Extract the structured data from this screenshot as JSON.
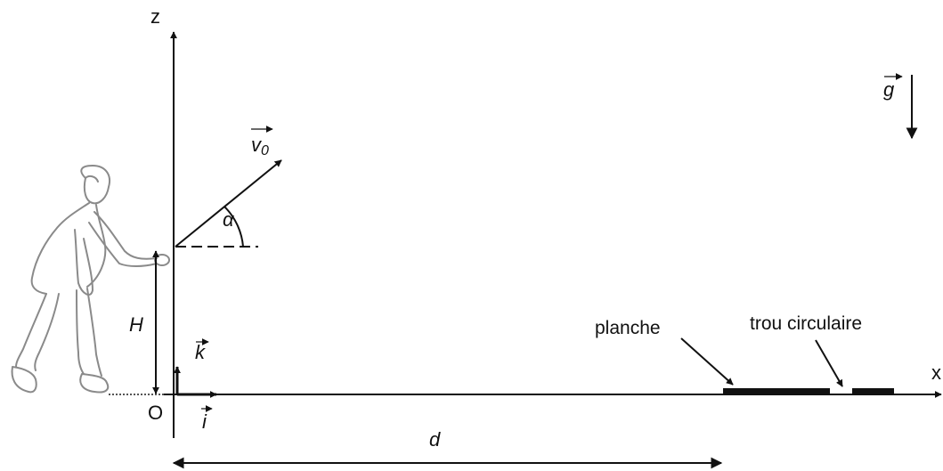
{
  "labels": {
    "z_axis": "z",
    "x_axis": "x",
    "origin": "O",
    "gravity": "g",
    "v0": "v",
    "v0_sub": "0",
    "alpha": "α",
    "height": "H",
    "k_vec": "k",
    "i_vec": "i",
    "distance": "d",
    "plank": "planche",
    "hole": "trou circulaire"
  },
  "colors": {
    "ink": "#111111",
    "person_outline": "#8a8a8a"
  }
}
